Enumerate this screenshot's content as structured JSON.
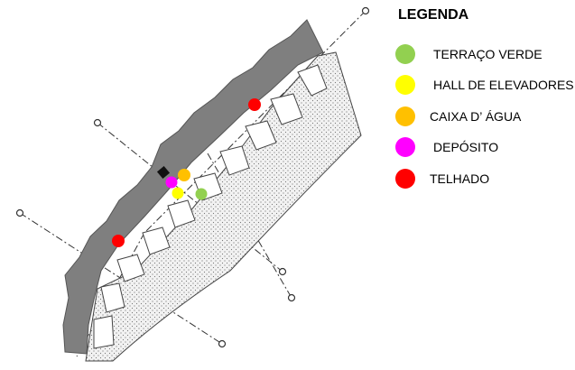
{
  "legend": {
    "title": "LEGENDA",
    "items": [
      {
        "label": "TERRAÇO VERDE",
        "color": "#92d050"
      },
      {
        "label": "HALL DE ELEVADORES",
        "color": "#ffff00"
      },
      {
        "label": "CAIXA D’ ÁGUA",
        "color": "#ffc000"
      },
      {
        "label": "DEPÓSITO",
        "color": "#ff00ff"
      },
      {
        "label": "TELHADO",
        "color": "#ff0000"
      }
    ]
  },
  "plan_colors": {
    "roof_gray": "#7f7f7f",
    "terrace_fill": "#e8e8e8",
    "line": "#333333"
  }
}
